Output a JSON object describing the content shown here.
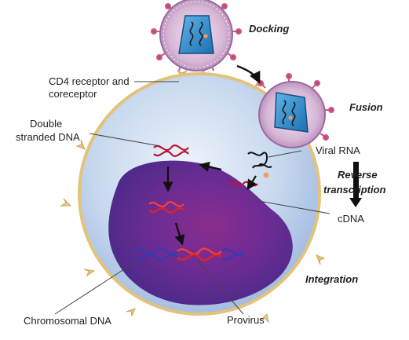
{
  "labels": {
    "cd4_line1": "CD4 receptor and",
    "cd4_line2": "coreceptor",
    "dsdna_line1": "Double",
    "dsdna_line2": "stranded DNA",
    "viral_rna": "Viral RNA",
    "cdna": "cDNA",
    "chromosomal_dna": "Chromosomal DNA",
    "provirus": "Provirus"
  },
  "stages": {
    "docking": "Docking",
    "fusion": "Fusion",
    "reverse_line1": "Reverse",
    "reverse_line2": "transcription",
    "integration": "Integration"
  },
  "colors": {
    "cell_fill": "#b9cdea",
    "cell_edge": "#e3c37a",
    "nucleus": "#6a2b8f",
    "virus_coat": "#c8a4cc",
    "capsid": "#2e86c7",
    "rna_strand": "#c8102e",
    "host_dna": "#3a37b5",
    "arrow": "#111111"
  }
}
